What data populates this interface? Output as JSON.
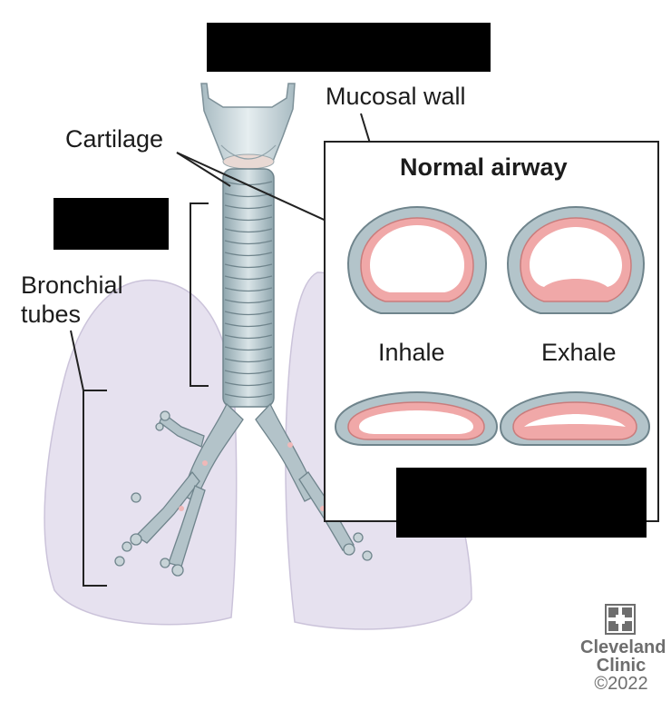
{
  "labels": {
    "mucosal_wall": "Mucosal wall",
    "cartilage": "Cartilage",
    "bronchial_tubes_line1": "Bronchial",
    "bronchial_tubes_line2": "tubes",
    "normal_airway": "Normal airway",
    "inhale": "Inhale",
    "exhale": "Exhale"
  },
  "logo": {
    "name_line1": "Cleveland",
    "name_line2": "Clinic",
    "copyright": "©2022"
  },
  "colors": {
    "lung": "#e6e1ef",
    "trachea": "#b9c9cf",
    "airway_outer": "#aebfc6",
    "mucosa": "#f0a8a8",
    "logo": "#6e6e6e"
  }
}
